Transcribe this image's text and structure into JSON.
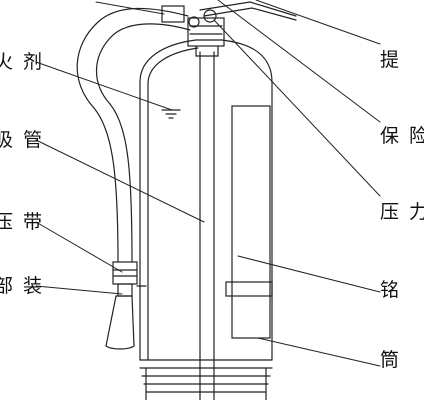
{
  "labels": {
    "left_1": "火剂",
    "left_2": "吸管",
    "left_3": "压带",
    "left_4": "部装",
    "right_1": "提",
    "right_2": "保险",
    "right_3": "压力",
    "right_4": "铭",
    "right_5": "筒"
  }
}
